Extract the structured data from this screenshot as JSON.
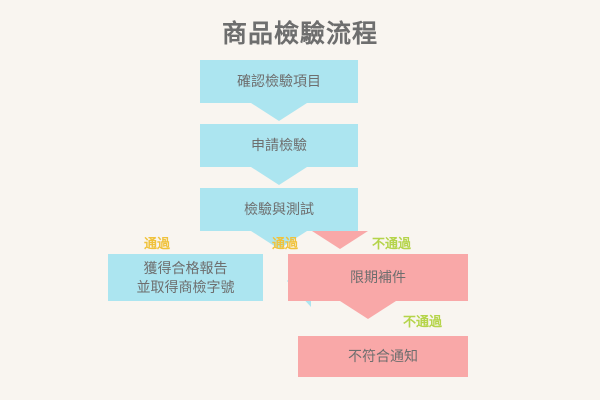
{
  "diagram": {
    "title": "商品檢驗流程",
    "background_color": "#f9f5f0",
    "colors": {
      "blue": "#ace5f0",
      "pink": "#f9a8a8",
      "text": "#6e6e6e",
      "label_pass": "#f0c23c",
      "label_fail": "#b5d44a"
    },
    "nodes": [
      {
        "id": "step1",
        "label": "確認檢驗項目",
        "color": "#ace5f0"
      },
      {
        "id": "step2",
        "label": "申請檢驗",
        "color": "#ace5f0"
      },
      {
        "id": "step3",
        "label": "檢驗與測試",
        "color": "#ace5f0"
      },
      {
        "id": "pass_result_line1",
        "label": "獲得合格報告",
        "color": "#ace5f0"
      },
      {
        "id": "pass_result_line2",
        "label": "並取得商檢字號",
        "color": "#ace5f0"
      },
      {
        "id": "resubmit",
        "label": "限期補件",
        "color": "#f9a8a8"
      },
      {
        "id": "reject",
        "label": "不符合通知",
        "color": "#f9a8a8"
      }
    ],
    "edge_labels": [
      {
        "id": "pass_left",
        "text": "通過",
        "color": "#f0c23c"
      },
      {
        "id": "pass_mid",
        "text": "通過",
        "color": "#f0c23c"
      },
      {
        "id": "fail_top",
        "text": "不通過",
        "color": "#b5d44a"
      },
      {
        "id": "fail_bottom",
        "text": "不通過",
        "color": "#b5d44a"
      }
    ]
  }
}
